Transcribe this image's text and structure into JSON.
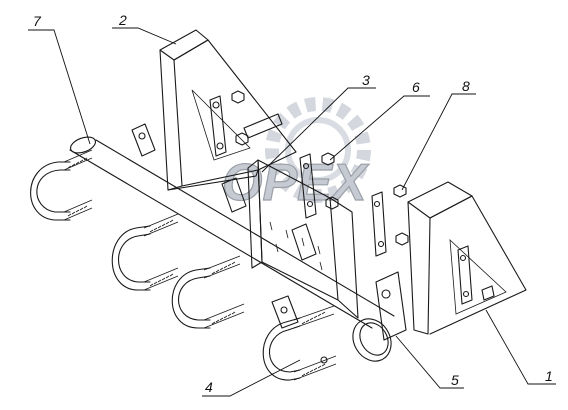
{
  "watermark": {
    "text": "OPEX",
    "color": "#c6cad2"
  },
  "callouts": [
    {
      "id": "1",
      "label": "1"
    },
    {
      "id": "2",
      "label": "2"
    },
    {
      "id": "3",
      "label": "3"
    },
    {
      "id": "4",
      "label": "4"
    },
    {
      "id": "5",
      "label": "5"
    },
    {
      "id": "6",
      "label": "6"
    },
    {
      "id": "7",
      "label": "7"
    },
    {
      "id": "8",
      "label": "8"
    }
  ]
}
